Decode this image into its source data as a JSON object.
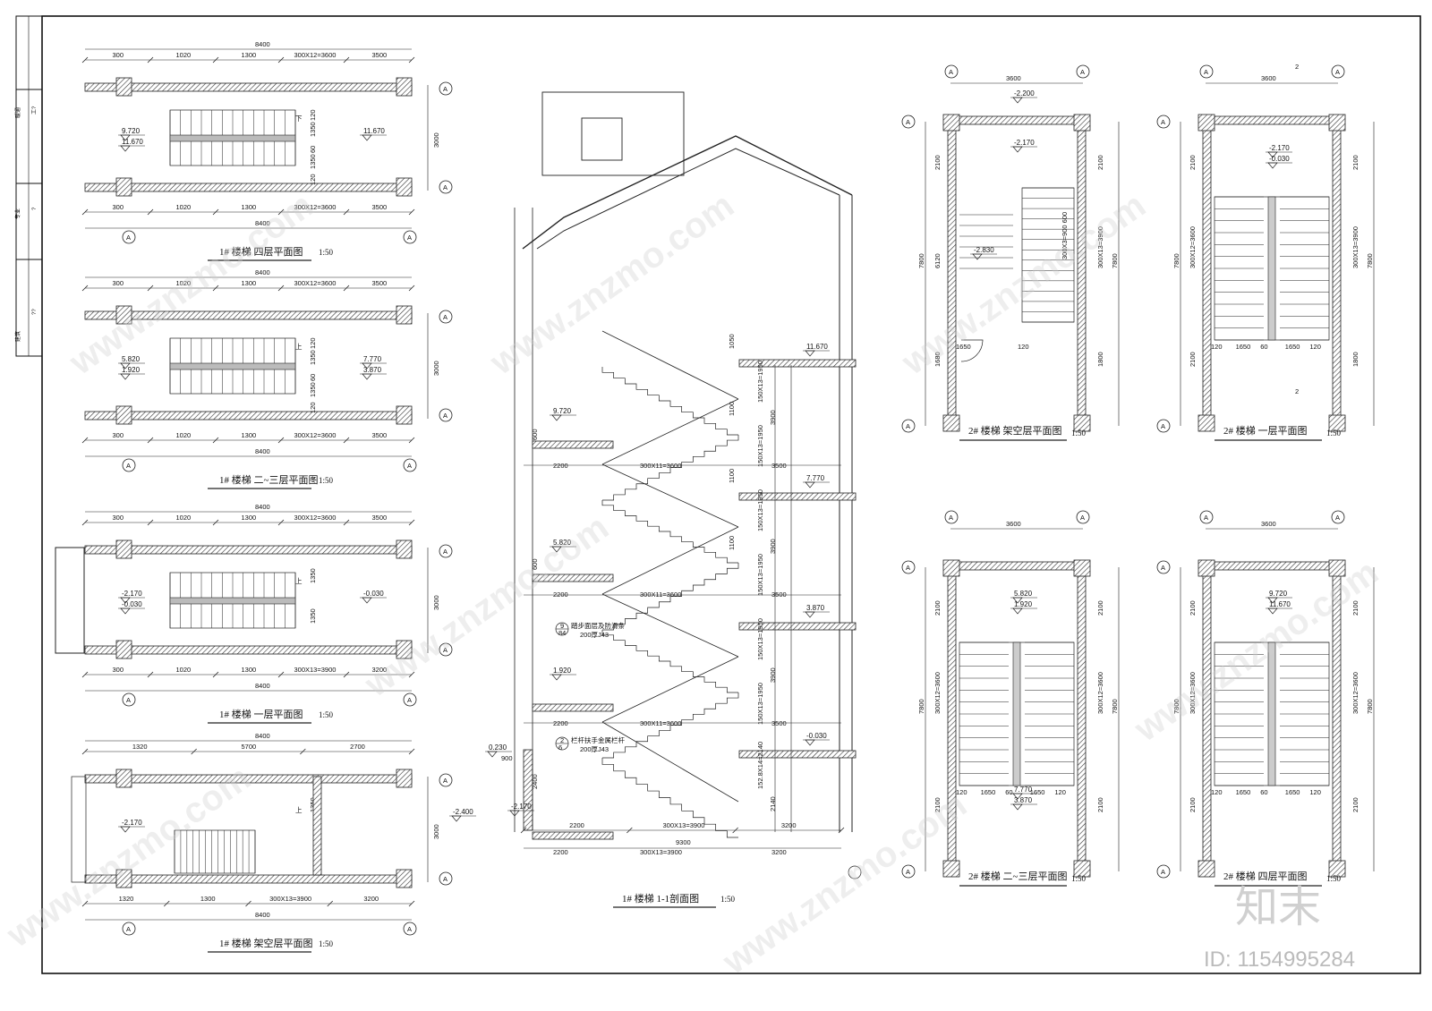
{
  "plans_1": [
    {
      "title": "1# 楼梯 四层平面图",
      "scale": "1:50",
      "y": 0,
      "top_dims": [
        "300",
        "1020",
        "1300",
        "300X12=3600",
        "3500"
      ],
      "bottom_dims": [
        "300",
        "1020",
        "1300",
        "300X12=3600",
        "3500"
      ],
      "overall": "8400",
      "depth": "3000",
      "side_dims": [
        "120",
        "1350",
        "60",
        "1350",
        "120"
      ],
      "levels": [
        "9.720",
        "11.670"
      ],
      "arrow": "下"
    },
    {
      "title": "1# 楼梯 二~三层平面图",
      "scale": "1:50",
      "y": 1,
      "top_dims": [
        "300",
        "1020",
        "1300",
        "300X12=3600",
        "3500"
      ],
      "bottom_dims": [
        "300",
        "1020",
        "1300",
        "300X12=3600",
        "3500"
      ],
      "overall": "8400",
      "depth": "3000",
      "side_dims": [
        "120",
        "1350",
        "60",
        "1350",
        "120"
      ],
      "levels": [
        "5.820",
        "1.920",
        "7.770",
        "3.870"
      ],
      "arrow": "上"
    },
    {
      "title": "1# 楼梯 一层平面图",
      "scale": "1:50",
      "y": 2,
      "top_dims": [
        "300",
        "1020",
        "1300",
        "300X12=3600",
        "3500"
      ],
      "bottom_dims": [
        "300",
        "1020",
        "1300",
        "300X13=3900",
        "3200"
      ],
      "overall": "8400",
      "depth": "3000",
      "side_dims": [
        "1350",
        "1350"
      ],
      "levels": [
        "-2.170",
        "-0.030"
      ],
      "arrow": "上"
    },
    {
      "title": "1# 楼梯 架空层平面图",
      "scale": "1:50",
      "y": 3,
      "top_dims": [
        "1320",
        "5700",
        "2700"
      ],
      "bottom_dims": [
        "1320",
        "1300",
        "300X13=3900",
        "3200"
      ],
      "overall": "8400",
      "depth": "3000",
      "side_dims": [
        "1350"
      ],
      "levels": [
        "-2.170"
      ],
      "arrow": "上"
    }
  ],
  "section": {
    "title": "1# 楼梯 1-1剖面图",
    "scale": "1:50",
    "levels": [
      "11.670",
      "9.720",
      "7.770",
      "5.820",
      "3.870",
      "1.920",
      "-0.030",
      "0.230",
      "-2.170",
      "-2.400"
    ],
    "run_labels": [
      "300X11=3600",
      "300X11=3600",
      "300X11=3600",
      "300X13=3900"
    ],
    "left_dims": [
      "2200",
      "2200",
      "2200",
      "2200"
    ],
    "right_dims": [
      "3500",
      "3500",
      "3500",
      "3200"
    ],
    "vert_dims": [
      "150X13=1950",
      "150X13=1950",
      "150X13=1950",
      "150X13=1950",
      "150X13=1950",
      "150X13=1950",
      "152.8X14=2140"
    ],
    "floor_heights": [
      "3900",
      "3900",
      "3900",
      "2140"
    ],
    "rail_heights": [
      "1050",
      "1100",
      "1100",
      "1100"
    ],
    "misc_dims": [
      "600",
      "600",
      "900",
      "2400",
      "9300"
    ],
    "notes": [
      {
        "code_top": "9",
        "code_bot": "84",
        "text": "踏步面层及防滑条",
        "sub": "200厚J43"
      },
      {
        "code_top": "2",
        "code_bot": "6",
        "text": "栏杆扶手金属栏杆",
        "sub": "200厚J43"
      }
    ]
  },
  "plans_2": [
    {
      "title": "2# 楼梯 架空层平面图",
      "scale": "1:50",
      "width": "3600",
      "depth": "7800",
      "side_dims": [
        "2100",
        "6120",
        "1680"
      ],
      "right_dims": [
        "2100",
        "300X13=3900",
        "1800"
      ],
      "run_dims": [
        "1650",
        "120"
      ],
      "levels": [
        "-2.200",
        "-2.170",
        "-2.830"
      ],
      "extra": "300X3=900 600"
    },
    {
      "title": "2# 楼梯 一层平面图",
      "scale": "1:50",
      "width": "3600",
      "depth": "7800",
      "side_dims": [
        "2100",
        "300X12=3600",
        "2100"
      ],
      "right_dims": [
        "2100",
        "300X13=3900",
        "1800"
      ],
      "run_dims": [
        "120",
        "1650",
        "60",
        "1650",
        "120"
      ],
      "levels": [
        "-2.170",
        "-0.030"
      ]
    },
    {
      "title": "2# 楼梯 二~三层平面图",
      "scale": "1:50",
      "width": "3600",
      "depth": "7800",
      "side_dims": [
        "2100",
        "300X12=3600",
        "2100"
      ],
      "right_dims": [
        "2100",
        "300X12=3600",
        "2100"
      ],
      "run_dims": [
        "120",
        "1650",
        "60",
        "1650",
        "120"
      ],
      "levels": [
        "5.820",
        "1.920",
        "7.770",
        "3.870"
      ]
    },
    {
      "title": "2# 楼梯 四层平面图",
      "scale": "1:50",
      "width": "3600",
      "depth": "7800",
      "side_dims": [
        "2100",
        "300X12=3600",
        "2100"
      ],
      "right_dims": [
        "2100",
        "300X12=3600",
        "2100"
      ],
      "run_dims": [
        "120",
        "1650",
        "60",
        "1650",
        "120"
      ],
      "levels": [
        "9.720",
        "11.670"
      ]
    }
  ],
  "axis_label": "A",
  "axis_label_2": "A",
  "section_mark": "2",
  "title_block": [
    "建筑",
    "??",
    "专业",
    "?",
    "暖通",
    "工?"
  ],
  "watermark": "www.znzmo.com",
  "brand": "知末",
  "id_text": "ID: 1154995284"
}
